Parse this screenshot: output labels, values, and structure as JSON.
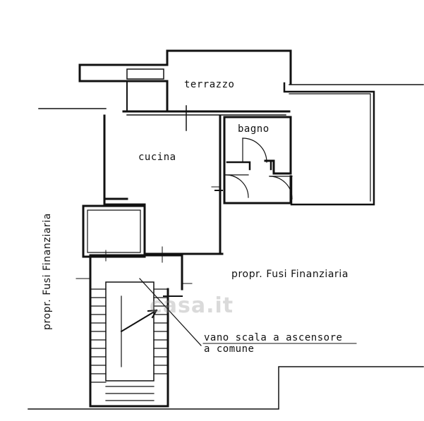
{
  "floorplan": {
    "rooms": {
      "terrazzo": "terrazzo",
      "bagno": "bagno",
      "cucina": "cucina"
    },
    "neighbors": {
      "right": "propr. Fusi Finanziaria",
      "left": "propr. Fusi Finanziaria"
    },
    "stairwell_note": {
      "line1": "vano scala a ascensore",
      "line2": "a comune"
    }
  },
  "watermark": "casa.it",
  "colors": {
    "ink": "#111111",
    "background": "#ffffff",
    "watermark": "#969696"
  }
}
